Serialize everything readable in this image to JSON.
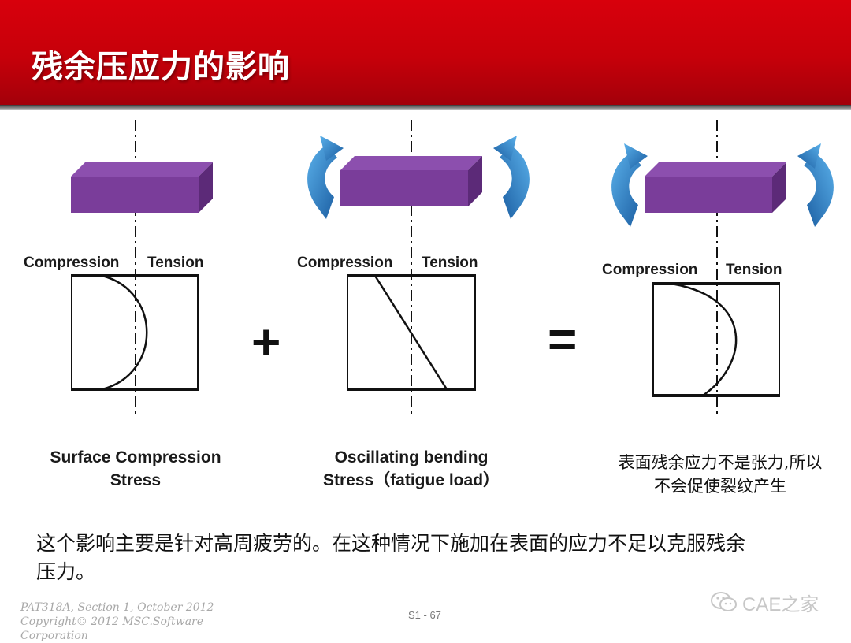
{
  "header": {
    "title": "残余压应力的影响"
  },
  "panels": [
    {
      "compression_label": "Compression",
      "tension_label": "Tension",
      "caption": [
        "Surface Compression",
        "Stress"
      ]
    },
    {
      "compression_label": "Compression",
      "tension_label": "Tension",
      "caption": [
        "Oscillating bending",
        "Stress（fatigue load）"
      ]
    },
    {
      "compression_label": "Compression",
      "tension_label": "Tension",
      "caption": [
        "表面残余应力不是张力,所以",
        "不会促使裂纹产生"
      ]
    }
  ],
  "operators": {
    "plus": "+",
    "equals": "="
  },
  "note": "这个影响主要是针对高周疲劳的。在这种情况下施加在表面的应力不足以克服残余压力。",
  "footer": {
    "left_lines": [
      "PAT318A, Section 1, October 2012",
      "Copyright© 2012 MSC.Software",
      "Corporation"
    ],
    "page": "S1 - 67",
    "watermark": "CAE之家"
  },
  "colors": {
    "header_red": "#c6000a",
    "block_purple": "#7a3d9a",
    "arrow_blue": "#2a78c2"
  }
}
